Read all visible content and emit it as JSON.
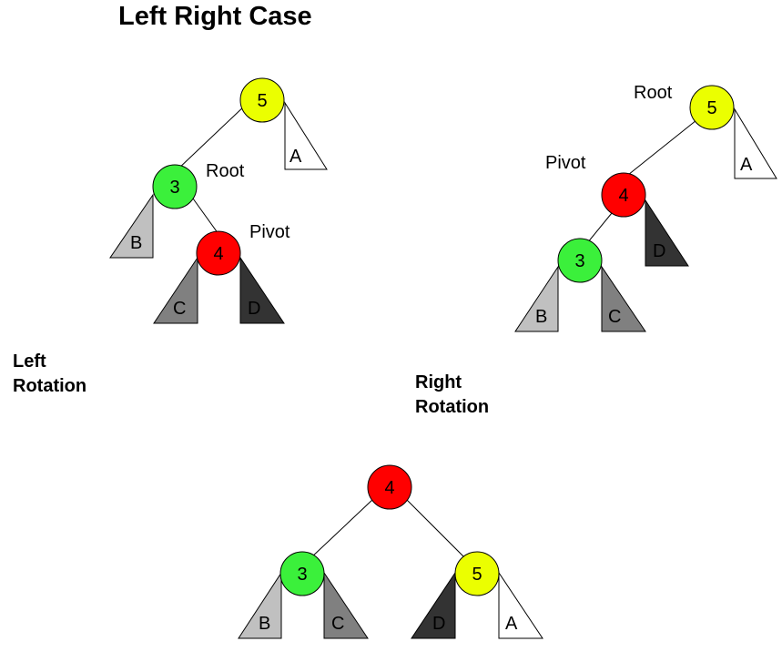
{
  "title": "Left Right Case",
  "steps": [
    {
      "line1": "Left",
      "line2": "Rotation"
    },
    {
      "line1": "Right",
      "line2": "Rotation"
    }
  ],
  "colors": {
    "node_5": "#ebff00",
    "node_3": "#3bf03b",
    "node_4": "#ff0000",
    "subtree_A": "#ffffff",
    "subtree_B": "#c0c0c0",
    "subtree_C": "#808080",
    "subtree_D": "#333333"
  },
  "trees": [
    {
      "nodes": [
        {
          "id": "n5",
          "label": "5",
          "color": "#ebff00"
        },
        {
          "id": "n3",
          "label": "3",
          "color": "#3bf03b"
        },
        {
          "id": "n4",
          "label": "4",
          "color": "#ff0000"
        }
      ],
      "subtrees": [
        {
          "label": "A",
          "color": "#ffffff"
        },
        {
          "label": "B",
          "color": "#c0c0c0"
        },
        {
          "label": "C",
          "color": "#808080"
        },
        {
          "label": "D",
          "color": "#333333"
        }
      ],
      "annotations": [
        "Root",
        "Pivot"
      ]
    },
    {
      "nodes": [
        {
          "id": "n5",
          "label": "5",
          "color": "#ebff00"
        },
        {
          "id": "n4",
          "label": "4",
          "color": "#ff0000"
        },
        {
          "id": "n3",
          "label": "3",
          "color": "#3bf03b"
        }
      ],
      "subtrees": [
        {
          "label": "A",
          "color": "#ffffff"
        },
        {
          "label": "D",
          "color": "#333333"
        },
        {
          "label": "B",
          "color": "#c0c0c0"
        },
        {
          "label": "C",
          "color": "#808080"
        }
      ],
      "annotations": [
        "Root",
        "Pivot"
      ]
    },
    {
      "nodes": [
        {
          "id": "n4",
          "label": "4",
          "color": "#ff0000"
        },
        {
          "id": "n3",
          "label": "3",
          "color": "#3bf03b"
        },
        {
          "id": "n5",
          "label": "5",
          "color": "#ebff00"
        }
      ],
      "subtrees": [
        {
          "label": "B",
          "color": "#c0c0c0"
        },
        {
          "label": "C",
          "color": "#808080"
        },
        {
          "label": "D",
          "color": "#333333"
        },
        {
          "label": "A",
          "color": "#ffffff"
        }
      ],
      "annotations": []
    }
  ]
}
